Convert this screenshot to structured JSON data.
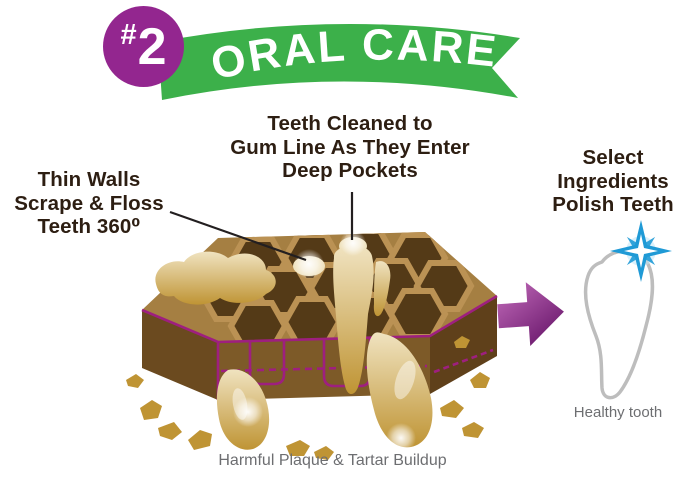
{
  "banner": {
    "badge_hash": "#",
    "badge_number": "2",
    "title": "ORAL CARE"
  },
  "callouts": {
    "teeth_cleaned": {
      "lines": [
        "Teeth Cleaned to",
        "Gum Line As They Enter",
        "Deep Pockets"
      ]
    },
    "thin_walls": {
      "lines": [
        "Thin Walls",
        "Scrape & Floss",
        "Teeth 360⁰"
      ]
    },
    "select_ingredients": {
      "lines": [
        "Select",
        "Ingredients",
        "Polish Teeth"
      ]
    }
  },
  "captions": {
    "healthy_tooth": "Healthy tooth",
    "harmful_plaque": "Harmful Plaque & Tartar Buildup"
  },
  "icons": {
    "arrow": "arrow-right",
    "sparkle": "sparkle-starburst",
    "healthy_tooth": "tooth-outline",
    "chew": "honeycomb-dental-chew"
  },
  "colors": {
    "ribbon_green": "#3cb04a",
    "badge_purple": "#93268f",
    "outline_magenta": "#9e1f7f",
    "arrow_purple_light": "#c36cbb",
    "arrow_purple_dark": "#6b196d",
    "chew_top": "#a57f42",
    "chew_cell": "#543a17",
    "chew_front": "#7d5a28",
    "chew_side_left": "#6b4a1f",
    "chew_side_right": "#5f401a",
    "plaque_gold": "#bf9434",
    "tooth_cream": "#f0e3c0",
    "tooth_outline_gray": "#bdbdbd",
    "sparkle_blue": "#1f9ad6",
    "heading_text": "#2d1e12",
    "caption_gray": "#6d6e71"
  }
}
